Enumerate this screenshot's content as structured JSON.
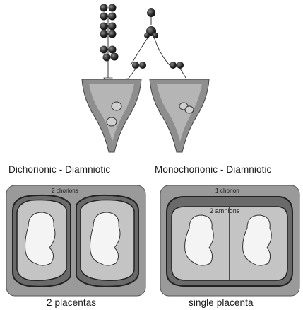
{
  "labels": {
    "left_title": "Dichorionic - Diamniotic",
    "right_title": "Monochorionic - Diamniotic",
    "left_chorion": "2 chorions",
    "right_chorion": "1 chorion",
    "right_amnion": "2 amnions",
    "left_bottom": "2 placentas",
    "right_bottom": "single placenta"
  }
}
